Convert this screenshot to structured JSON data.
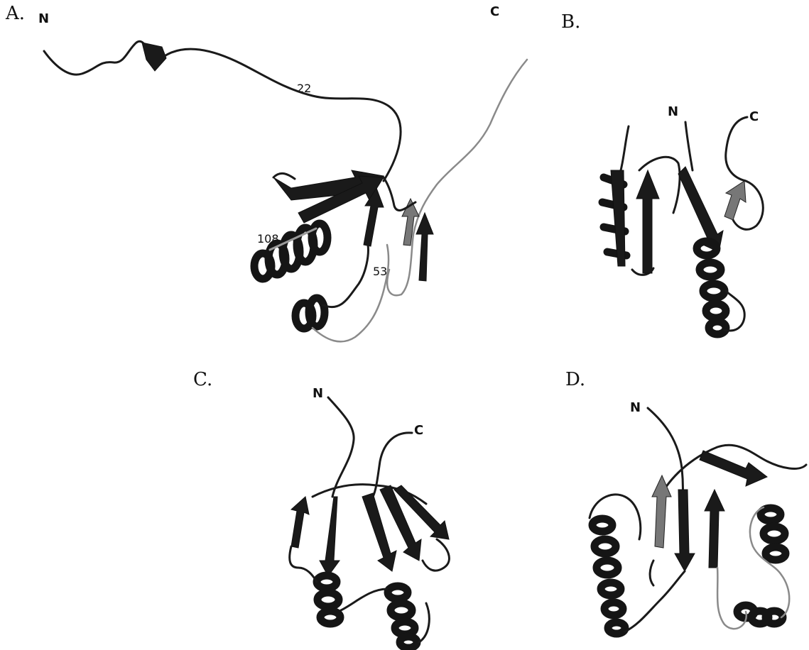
{
  "panels": [
    {
      "letter": "A.",
      "n_label": "N",
      "c_label": "C",
      "residue_labels": [
        "22",
        "108",
        "53"
      ]
    },
    {
      "letter": "B.",
      "n_label": "N",
      "c_label": "C"
    },
    {
      "letter": "C.",
      "n_label": "N",
      "c_label": "C"
    },
    {
      "letter": "D.",
      "n_label": "N"
    }
  ],
  "colors": {
    "ribbon": "#1a1a1a",
    "highlight": "#8a8a8a",
    "background": "#ffffff"
  }
}
